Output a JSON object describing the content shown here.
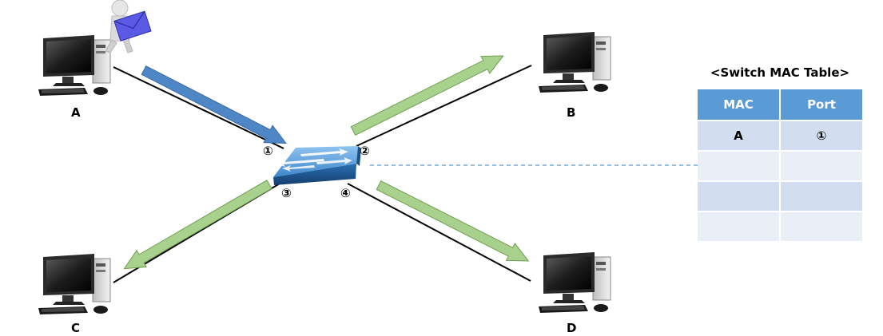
{
  "nodes": {
    "a": {
      "label": "A"
    },
    "b": {
      "label": "B"
    },
    "c": {
      "label": "C"
    },
    "d": {
      "label": "D"
    }
  },
  "ports": {
    "p1": "①",
    "p2": "②",
    "p3": "③",
    "p4": "④"
  },
  "mac_table": {
    "title": "<Switch MAC Table>",
    "headers": {
      "mac": "MAC",
      "port": "Port"
    },
    "rows": [
      {
        "mac": "A",
        "port": "①"
      },
      {
        "mac": "",
        "port": ""
      },
      {
        "mac": "",
        "port": ""
      },
      {
        "mac": "",
        "port": ""
      }
    ]
  },
  "colors": {
    "incoming_arrow": "#4f86c6",
    "flood_arrow": "#8fbf5f",
    "table_header": "#5b9bd5",
    "switch": "#2e75b6"
  },
  "icons": {
    "computer": "desktop-computer-icon",
    "switch": "network-switch-icon",
    "sender": "person-with-envelope-icon"
  }
}
